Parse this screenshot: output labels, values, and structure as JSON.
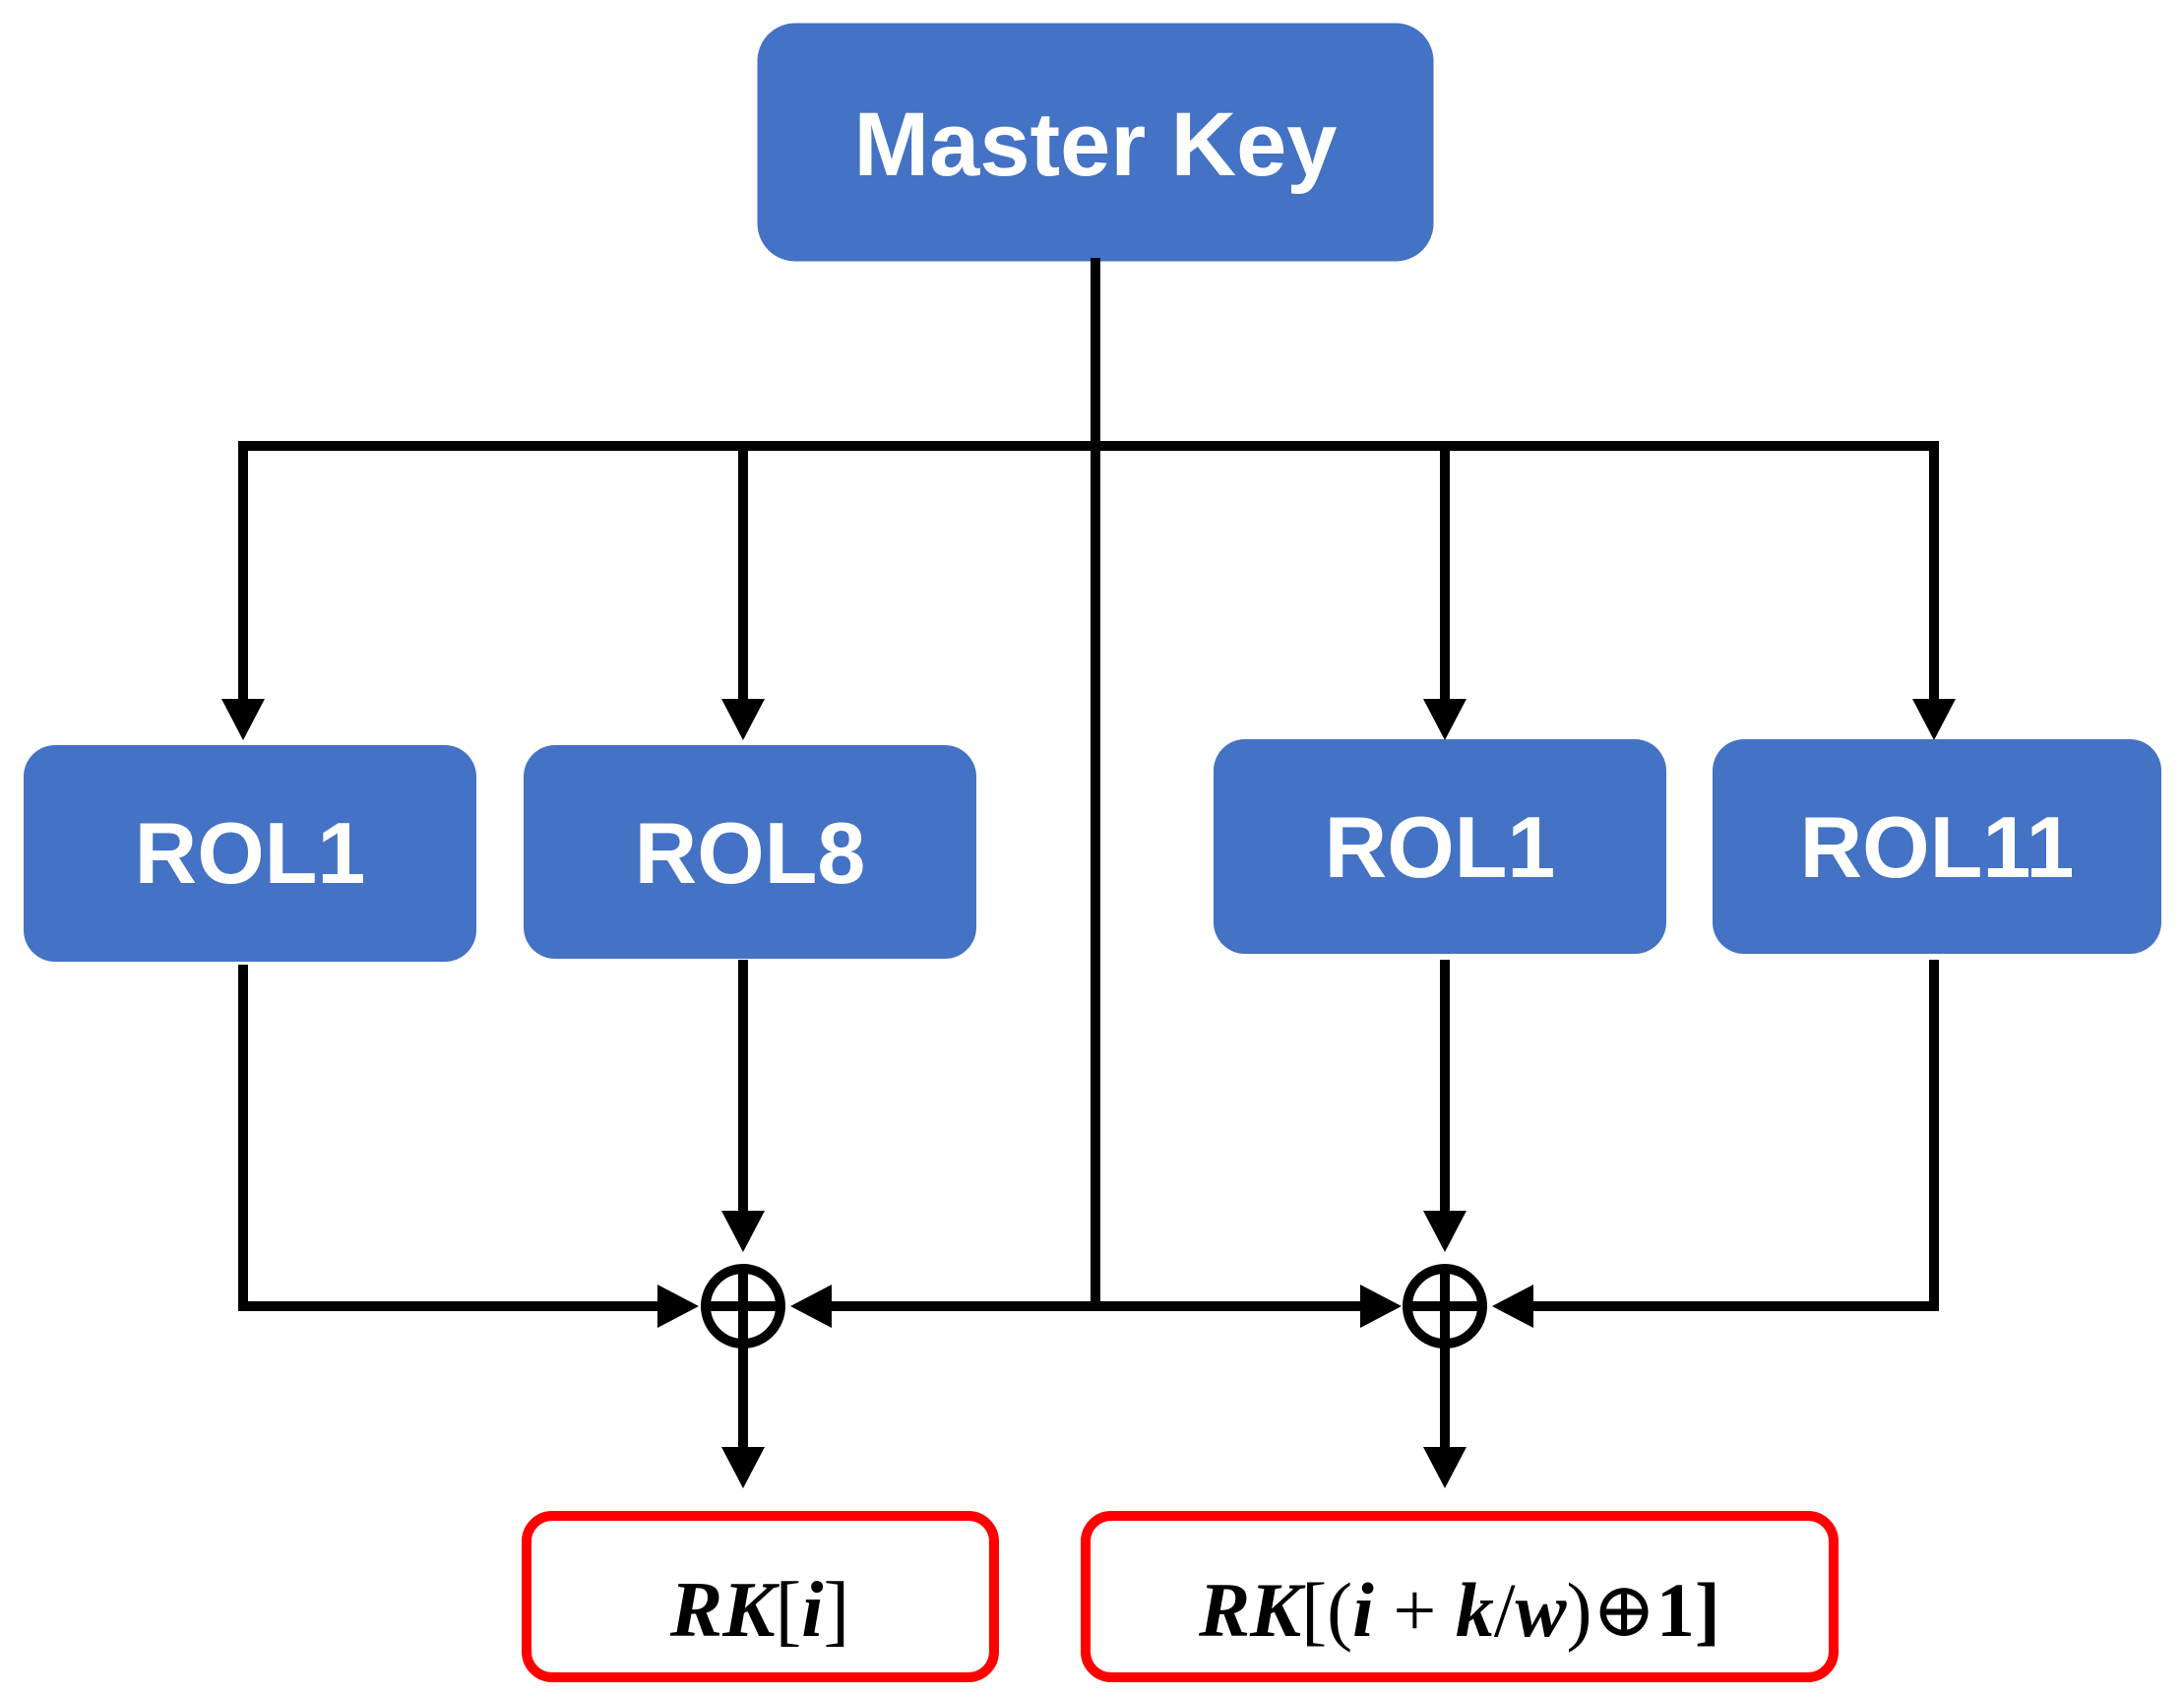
{
  "diagram": {
    "master_key": {
      "label": "Master Key"
    },
    "rotations": {
      "left": [
        {
          "label": "ROL1"
        },
        {
          "label": "ROL8"
        }
      ],
      "right": [
        {
          "label": "ROL1"
        },
        {
          "label": "ROL11"
        }
      ]
    },
    "outputs": {
      "left": {
        "pieces": [
          {
            "text": "RK",
            "style": "italic"
          },
          {
            "text": "[",
            "style": "normal"
          },
          {
            "text": "i",
            "style": "italic"
          },
          {
            "text": "]",
            "style": "normal"
          }
        ]
      },
      "right": {
        "pieces": [
          {
            "text": "RK",
            "style": "italic"
          },
          {
            "text": "[(",
            "style": "normal"
          },
          {
            "text": "i",
            "style": "italic"
          },
          {
            "text": " + ",
            "style": "normal"
          },
          {
            "text": "k",
            "style": "italic"
          },
          {
            "text": "/",
            "style": "normal"
          },
          {
            "text": "w",
            "style": "italic"
          },
          {
            "text": ")",
            "style": "normal"
          },
          {
            "text": "⊕",
            "style": "normal"
          },
          {
            "text": "1]",
            "style": "normal"
          }
        ]
      }
    },
    "colors": {
      "box_fill": "#4472C4",
      "box_text": "#FFFFFF",
      "line": "#000000",
      "output_border": "#FF0000"
    }
  }
}
